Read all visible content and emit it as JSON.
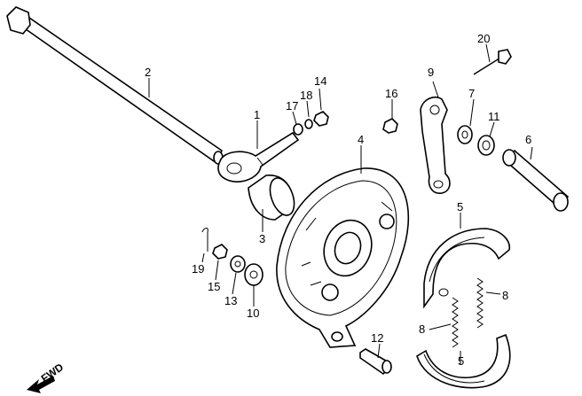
{
  "diagram": {
    "callouts": [
      {
        "id": "c1",
        "text": "1"
      },
      {
        "id": "c2",
        "text": "2"
      },
      {
        "id": "c3",
        "text": "3"
      },
      {
        "id": "c4",
        "text": "4"
      },
      {
        "id": "c5a",
        "text": "5"
      },
      {
        "id": "c5b",
        "text": "5"
      },
      {
        "id": "c6",
        "text": "6"
      },
      {
        "id": "c7",
        "text": "7"
      },
      {
        "id": "c8a",
        "text": "8"
      },
      {
        "id": "c8b",
        "text": "8"
      },
      {
        "id": "c9",
        "text": "9"
      },
      {
        "id": "c10",
        "text": "10"
      },
      {
        "id": "c11",
        "text": "11"
      },
      {
        "id": "c12",
        "text": "12"
      },
      {
        "id": "c13",
        "text": "13"
      },
      {
        "id": "c14",
        "text": "14"
      },
      {
        "id": "c15",
        "text": "15"
      },
      {
        "id": "c16",
        "text": "16"
      },
      {
        "id": "c17",
        "text": "17"
      },
      {
        "id": "c18",
        "text": "18"
      },
      {
        "id": "c19",
        "text": "19"
      },
      {
        "id": "c20",
        "text": "20"
      }
    ],
    "direction_label": "FWD"
  }
}
